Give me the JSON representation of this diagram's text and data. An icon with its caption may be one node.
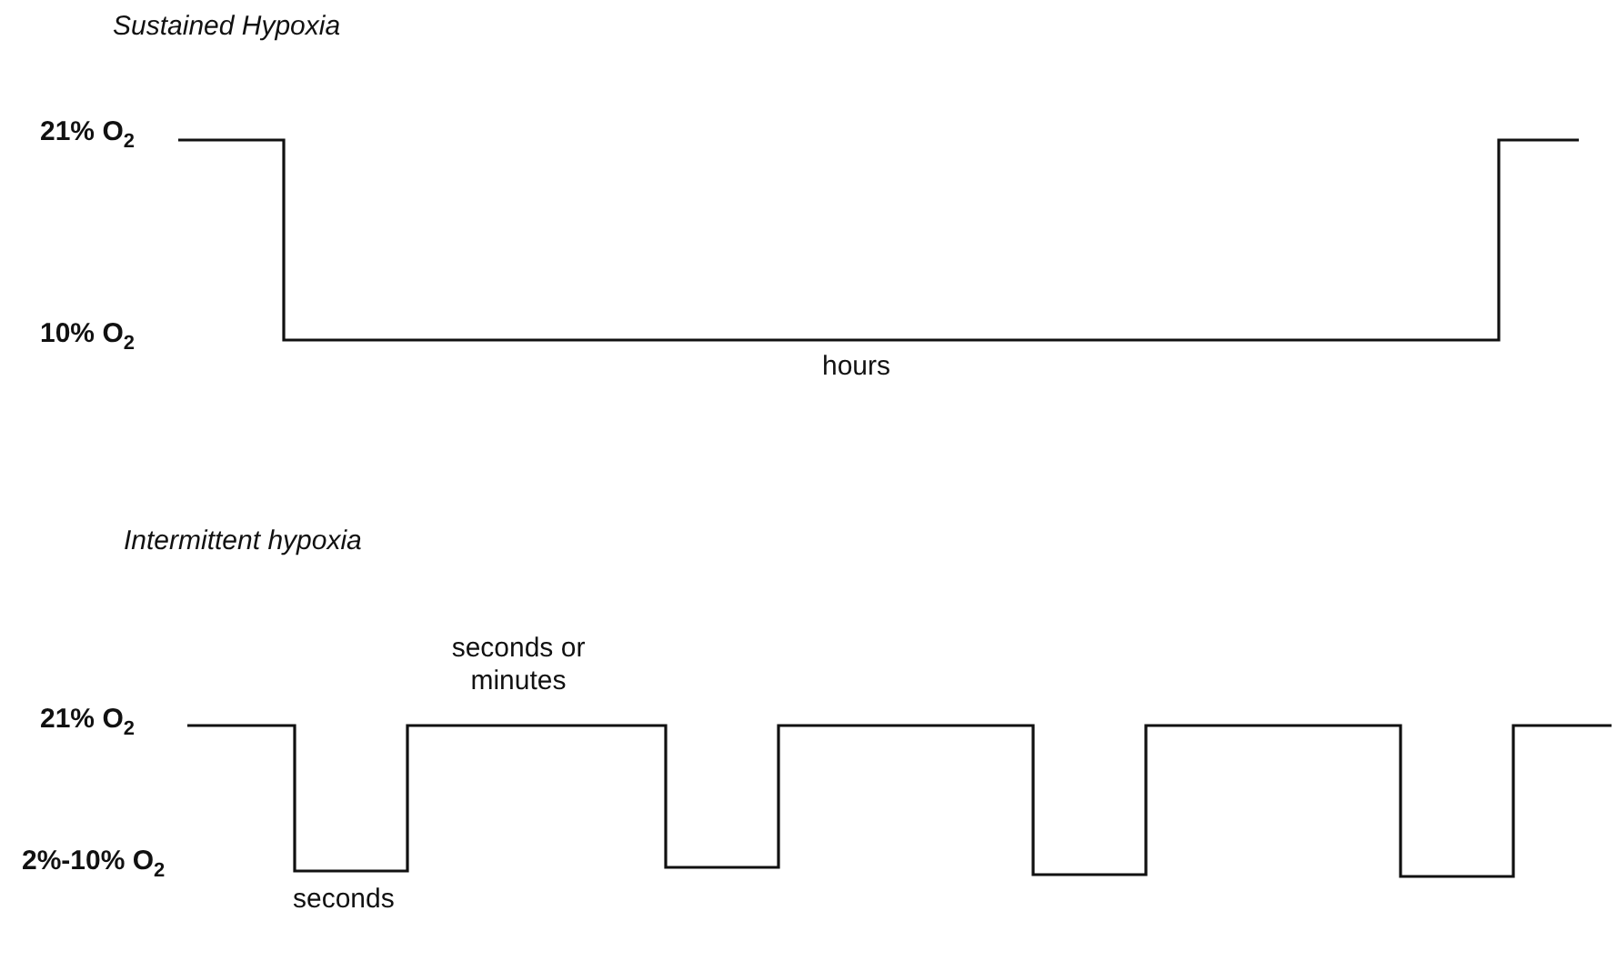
{
  "diagram": {
    "labels": [
      "Sustained Hypoxia",
      "21% O$_{2}$",
      "10% O$_{2}$",
      "hours",
      "Intermittent hypoxia",
      "seconds or minutes",
      "21% O$_{2}$",
      "2%-10% O$_{2}$",
      "seconds"
    ]
  }
}
